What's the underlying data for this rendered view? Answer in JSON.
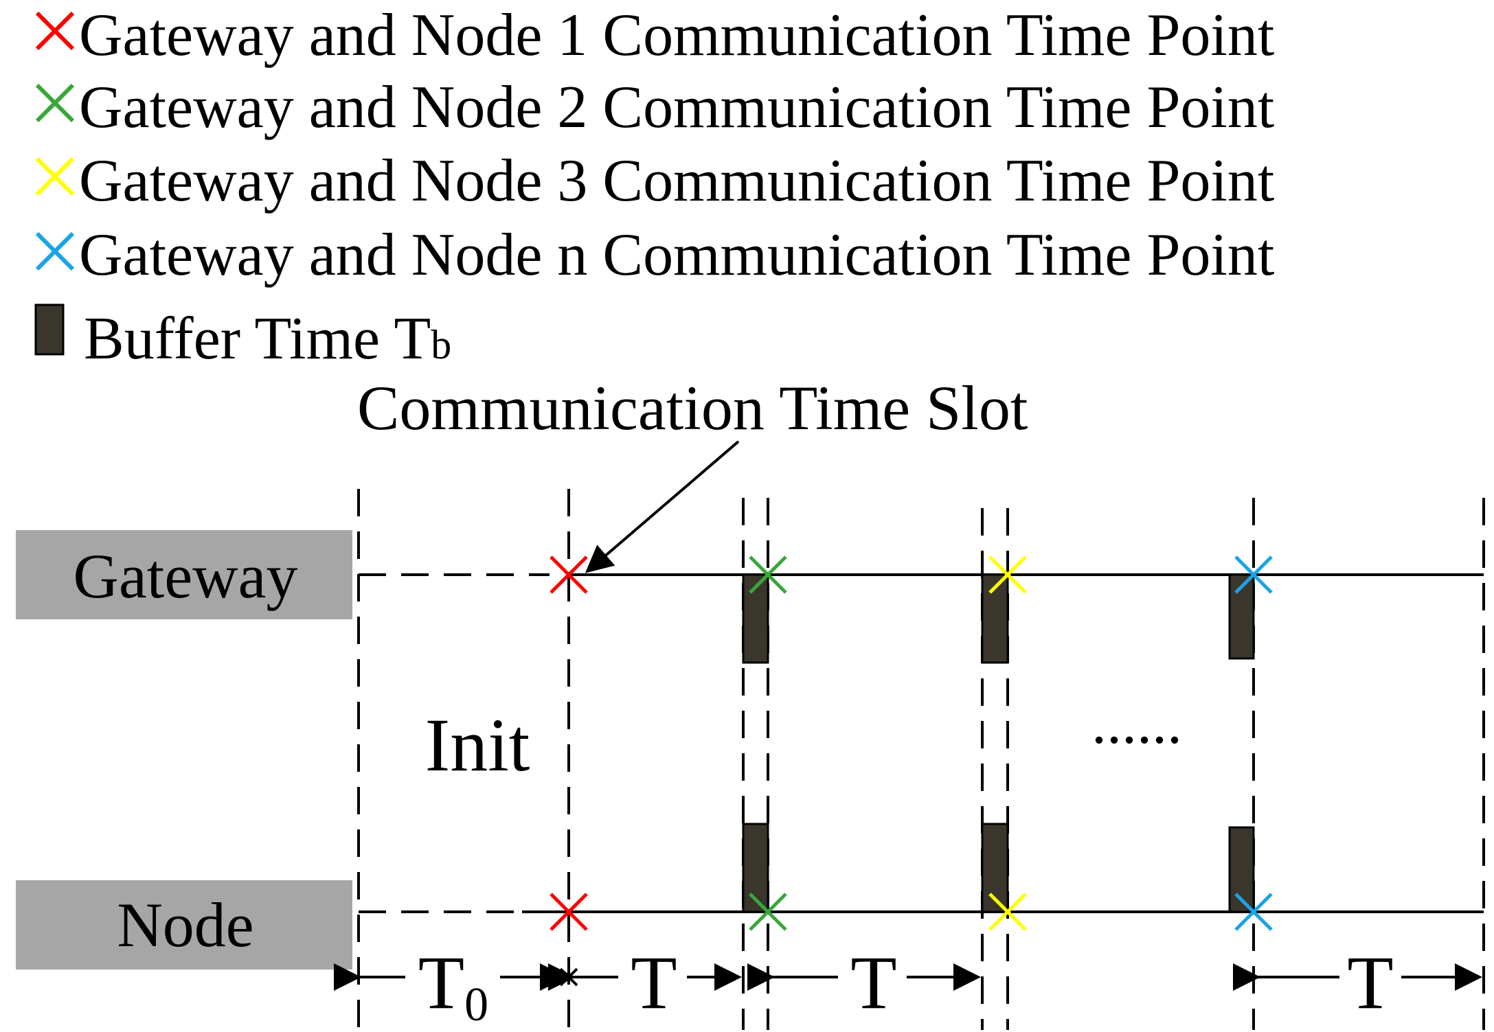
{
  "legend": {
    "items": [
      {
        "label": "Gateway and Node 1 Communication Time Point",
        "color": "#ff0000",
        "icon": "cross-icon"
      },
      {
        "label": "Gateway and Node 2 Communication Time Point",
        "color": "#3aa63a",
        "icon": "cross-icon"
      },
      {
        "label": "Gateway and Node 3 Communication Time Point",
        "color": "#ffff00",
        "icon": "cross-icon"
      },
      {
        "label": "Gateway and Node n Communication Time Point",
        "color": "#1aa3e8",
        "icon": "cross-icon"
      }
    ],
    "buffer": {
      "label": "Buffer Time T",
      "subscript": "b",
      "color": "#3a362c",
      "icon": "buffer-block-icon"
    }
  },
  "annotation": {
    "label": "Communication Time Slot"
  },
  "rows": {
    "gateway": "Gateway",
    "node": "Node"
  },
  "phases": {
    "init": "Init",
    "ellipsis": "......"
  },
  "intervals": {
    "t0": {
      "main": "T",
      "sub": "0"
    },
    "t": "T"
  },
  "colors": {
    "row_label_bg": "#a6a6a6",
    "buffer": "#3a362c"
  }
}
